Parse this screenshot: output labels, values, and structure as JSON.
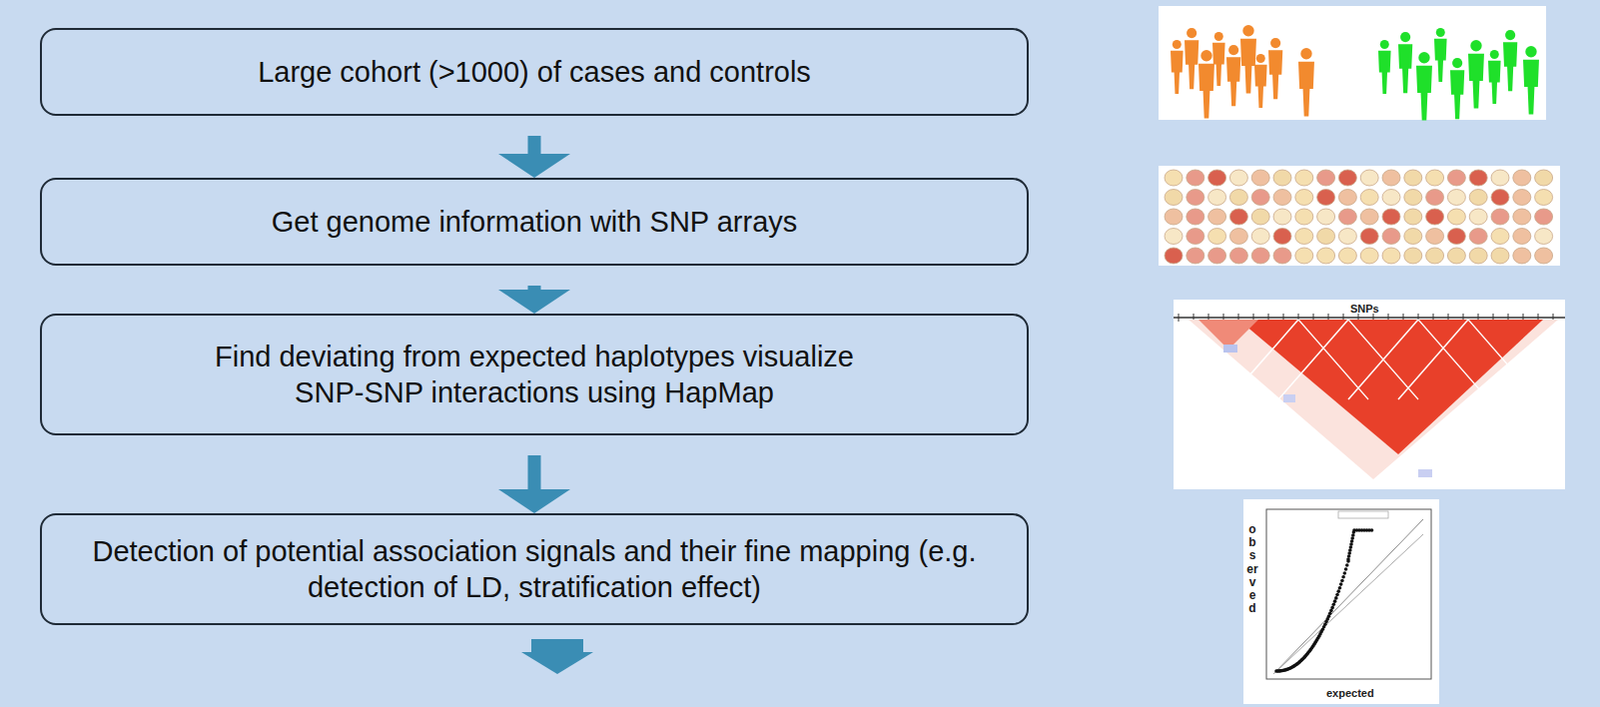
{
  "diagram": {
    "nodes": [
      {
        "text": [
          "Large cohort (>1000) of cases and controls"
        ]
      },
      {
        "text": [
          "Get genome information with SNP arrays"
        ]
      },
      {
        "text": [
          "Find deviating from expected haplotypes visualize SNP-SNP interactions using HapMap"
        ]
      },
      {
        "text": [
          "Detection of potential association signals and their fine mapping (e.g. detection of LD, stratification effect)"
        ]
      }
    ],
    "edges": [
      {
        "from": 0,
        "to": 1,
        "arrow": "to"
      },
      {
        "from": 1,
        "to": 2,
        "arrow": "to"
      },
      {
        "from": 2,
        "to": 3,
        "arrow": "to"
      }
    ],
    "labels": [
      "SNPs",
      "observed",
      "expected"
    ]
  }
}
